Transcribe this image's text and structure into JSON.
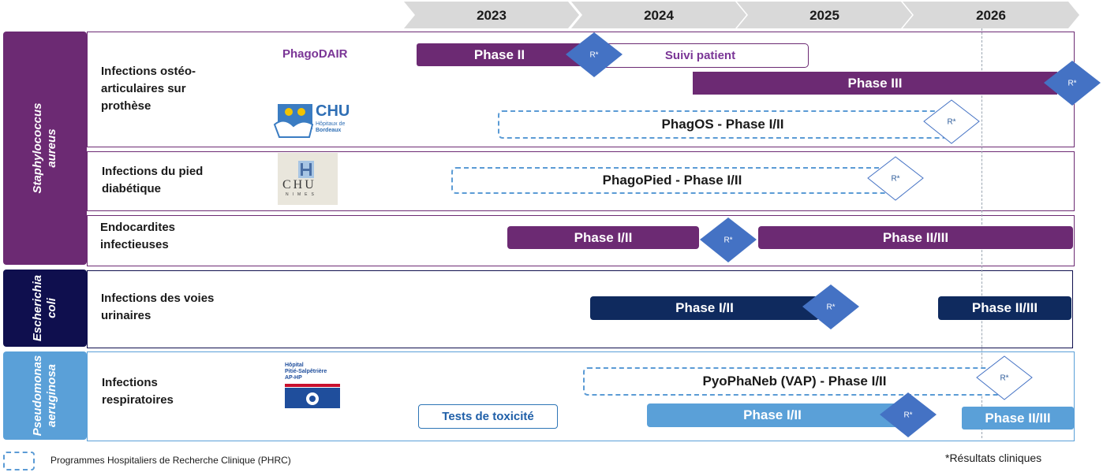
{
  "years": [
    "2023",
    "2024",
    "2025",
    "2026"
  ],
  "sections": [
    {
      "label_line1": "Staphylococcus",
      "label_line2": "aureus",
      "color": "#6c2a73"
    },
    {
      "label_line1": "Escherichia",
      "label_line2": "coli",
      "color": "#0f0f4e"
    },
    {
      "label_line1": "Pseudomonas",
      "label_line2": "aeruginosa",
      "color": "#5aa0d8"
    }
  ],
  "indications": {
    "osteo": [
      "Infections ostéo-",
      "articulaires sur",
      "prothèse"
    ],
    "pied": [
      "Infections du pied",
      "diabétique"
    ],
    "endo": [
      "Endocardites",
      "infectieuses"
    ],
    "urinaires": [
      "Infections des voies",
      "urinaires"
    ],
    "resp": [
      "Infections",
      "respiratoires"
    ]
  },
  "logos": {
    "phagodair": "PhagoDAIR",
    "chu_bordeaux_big": "CHU",
    "chu_bordeaux_small1": "Hôpitaux de",
    "chu_bordeaux_small2": "Bordeaux",
    "chu_nimes": "CHU",
    "chu_nimes_sub": "NIMES",
    "aphp_l1": "Hôpital",
    "aphp_l2": "Pitié-Salpêtrière",
    "aphp_l3": "AP-HP"
  },
  "bars": {
    "phagodair_phase2": "Phase II",
    "phagodair_suivi": "Suivi patient",
    "phagodair_phase3": "Phase III",
    "phagos": "PhagOS - Phase I/II",
    "phagopied": "PhagoPied - Phase I/II",
    "endo_phase12": "Phase I/II",
    "endo_phase23": "Phase II/III",
    "uri_phase12": "Phase I/II",
    "uri_phase23": "Phase II/III",
    "pyophaneb": "PyoPhaNeb (VAP) - Phase I/II",
    "toxicite": "Tests de toxicité",
    "resp_phase12": "Phase I/II",
    "resp_phase23": "Phase II/III"
  },
  "milestone": "R*",
  "legend": {
    "phrc": "Programmes Hospitaliers de Recherche Clinique (PHRC)",
    "resultats": "*Résultats cliniques"
  },
  "colors": {
    "purple": "#6c2a73",
    "navy": "#0f2a5e",
    "light_blue": "#5aa0d8",
    "diamond_blue": "#4472c4",
    "dashed_blue": "#5b9bd5"
  }
}
